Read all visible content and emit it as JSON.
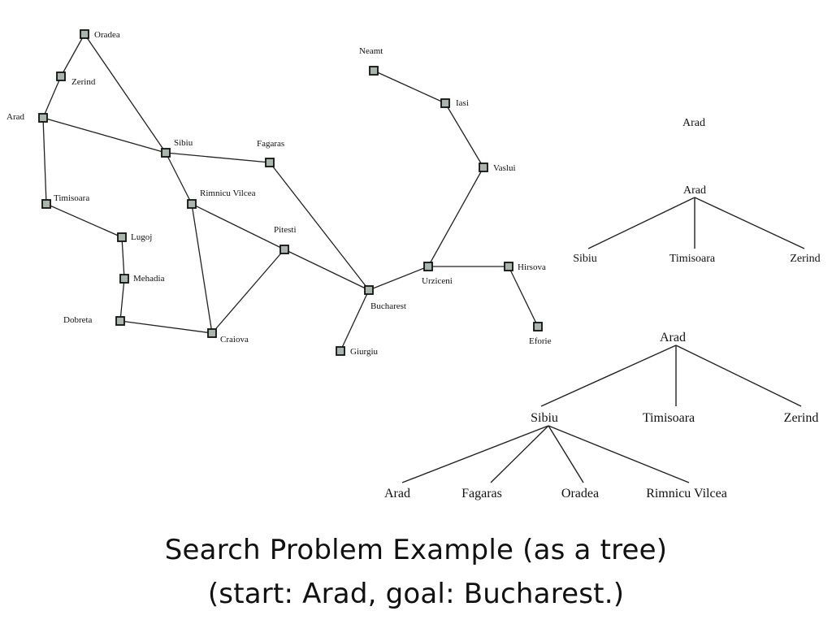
{
  "map": {
    "cities": {
      "oradea": "Oradea",
      "zerind": "Zerind",
      "arad": "Arad",
      "sibiu": "Sibiu",
      "fagaras": "Fagaras",
      "timisoara": "Timisoara",
      "rimnicu_vilcea": "Rimnicu Vilcea",
      "lugoj": "Lugoj",
      "pitesti": "Pitesti",
      "mehadia": "Mehadia",
      "dobreta": "Dobreta",
      "craiova": "Craiova",
      "bucharest": "Bucharest",
      "giurgiu": "Giurgiu",
      "urziceni": "Urziceni",
      "hirsova": "Hirsova",
      "eforie": "Eforie",
      "vaslui": "Vaslui",
      "iasi": "Iasi",
      "neamt": "Neamt"
    },
    "roads": [
      [
        "oradea",
        "zerind"
      ],
      [
        "zerind",
        "arad"
      ],
      [
        "oradea",
        "sibiu"
      ],
      [
        "arad",
        "sibiu"
      ],
      [
        "arad",
        "timisoara"
      ],
      [
        "timisoara",
        "lugoj"
      ],
      [
        "lugoj",
        "mehadia"
      ],
      [
        "mehadia",
        "dobreta"
      ],
      [
        "dobreta",
        "craiova"
      ],
      [
        "sibiu",
        "fagaras"
      ],
      [
        "sibiu",
        "rimnicu_vilcea"
      ],
      [
        "rimnicu_vilcea",
        "craiova"
      ],
      [
        "rimnicu_vilcea",
        "pitesti"
      ],
      [
        "craiova",
        "pitesti"
      ],
      [
        "pitesti",
        "bucharest"
      ],
      [
        "fagaras",
        "bucharest"
      ],
      [
        "bucharest",
        "giurgiu"
      ],
      [
        "bucharest",
        "urziceni"
      ],
      [
        "urziceni",
        "hirsova"
      ],
      [
        "hirsova",
        "eforie"
      ],
      [
        "urziceni",
        "vaslui"
      ],
      [
        "vaslui",
        "iasi"
      ],
      [
        "iasi",
        "neamt"
      ]
    ]
  },
  "tree_step0": {
    "root": "Arad"
  },
  "tree_step1": {
    "root": "Arad",
    "children": [
      "Sibiu",
      "Timisoara",
      "Zerind"
    ]
  },
  "tree_step2": {
    "root": "Arad",
    "children": [
      "Sibiu",
      "Timisoara",
      "Zerind"
    ],
    "sibiu_children": [
      "Arad",
      "Fagaras",
      "Oradea",
      "Rimnicu Vilcea"
    ]
  },
  "caption": {
    "line1": "Search Problem Example (as a tree)",
    "line2": "(start: Arad, goal: Bucharest.)"
  }
}
